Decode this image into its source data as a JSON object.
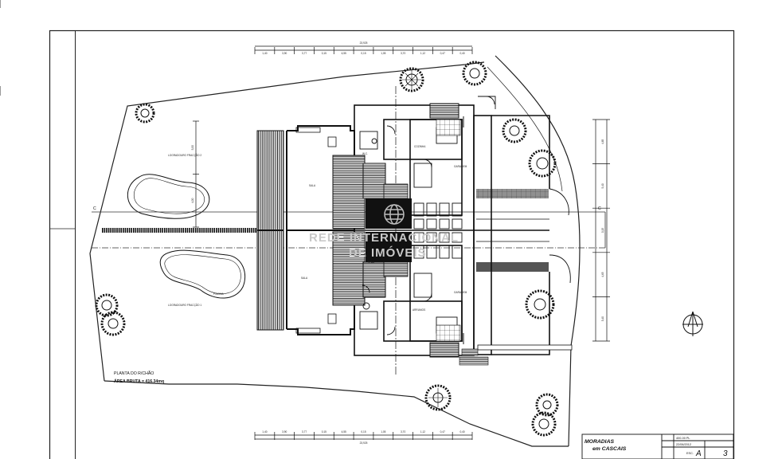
{
  "watermark": {
    "line1": "REDE INTERNACIONAL",
    "line2": "DE IMÓVEIS"
  },
  "plan": {
    "title": "PLANTA DO R/CHÃO",
    "area": "ÁREA BRUTA = 416.34mq"
  },
  "title_block": {
    "project_line1": "MORADIAS",
    "project_line2": "em CASCAIS",
    "drawing_no": "400-00 PL",
    "date": "22/06/2012",
    "scale_label": "ESC.",
    "size": "A",
    "sheet_no": "3"
  },
  "section_marks": {
    "left": "C",
    "right": "C"
  },
  "rooms": {
    "garden_top": "LOGRADOURO FRACÇÃO 2",
    "garden_bottom": "LOGRADOURO FRACÇÃO 1",
    "living_top": "SALA",
    "living_bottom": "SALA",
    "pool": "PISCINA",
    "kitchen": "COZINHA",
    "storage": "ARRUMOS",
    "garage_top": "GARAGEM",
    "garage_bottom": "GARAGEM",
    "hall": "HALL",
    "wc": "W.C."
  },
  "dims": {
    "top_total": "23,925",
    "top": [
      "1,40",
      "3,90",
      "3,77",
      "0,15",
      "4,55",
      "0,15",
      "1,05",
      "3,70",
      "1,12",
      "0,47",
      "0,40"
    ],
    "bottom_total": "23,925",
    "bottom": [
      "1,40",
      "3,90",
      "3,77",
      "0,15",
      "4,55",
      "0,15",
      "1,05",
      "3,70",
      "1,12",
      "0,47",
      "0,40"
    ],
    "right": [
      "4,65",
      "5,40",
      "0,15",
      "4,65",
      "5,40"
    ],
    "left": [
      "5,00",
      "4,00"
    ]
  }
}
